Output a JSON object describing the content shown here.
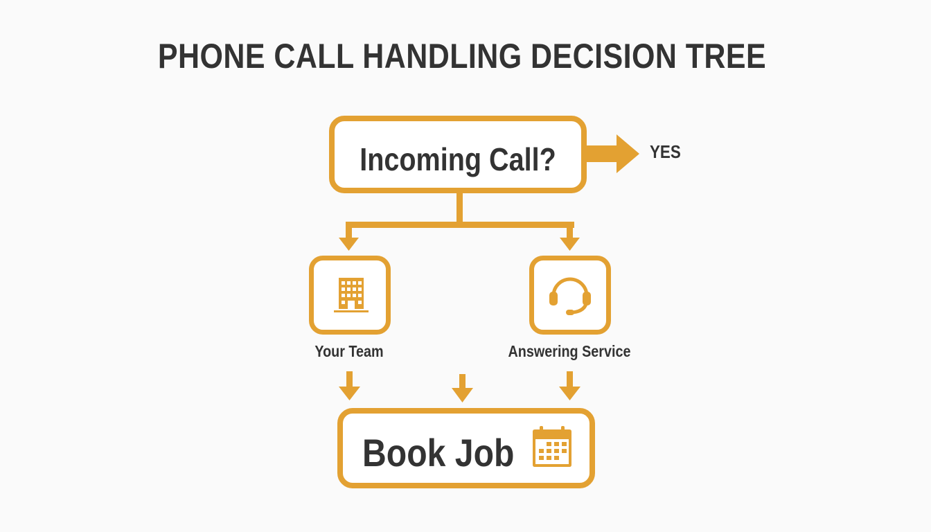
{
  "title": "PHONE CALL HANDLING DECISION TREE",
  "colors": {
    "accent": "#e3a132",
    "text": "#333333",
    "background": "#fafafa",
    "box_fill": "#ffffff"
  },
  "nodes": {
    "start": {
      "label": "Incoming Call?",
      "branch_label": "YES"
    },
    "team": {
      "label": "Your Team",
      "icon": "building-icon"
    },
    "service": {
      "label": "Answering Service",
      "icon": "headset-icon"
    },
    "end": {
      "label": "Book Job",
      "icon": "calendar-icon"
    }
  },
  "edges": [
    {
      "from": "start",
      "to": "yes-label",
      "type": "arrow-right"
    },
    {
      "from": "start",
      "to": "team",
      "type": "arrow-down"
    },
    {
      "from": "start",
      "to": "service",
      "type": "arrow-down"
    },
    {
      "from": "team",
      "to": "end",
      "type": "arrow-down"
    },
    {
      "from": "middle",
      "to": "end",
      "type": "arrow-down"
    },
    {
      "from": "service",
      "to": "end",
      "type": "arrow-down"
    }
  ]
}
